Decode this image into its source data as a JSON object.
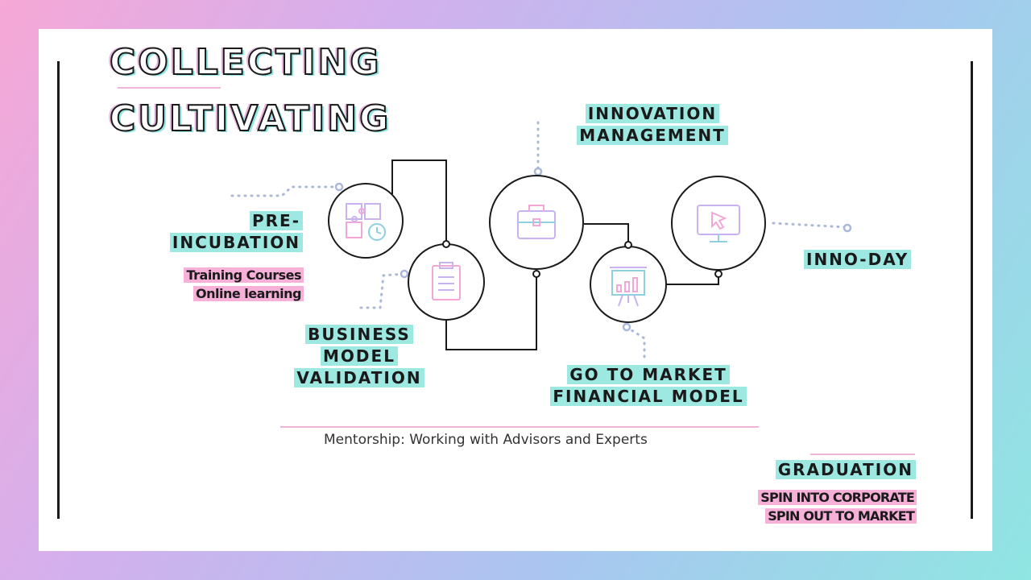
{
  "titles": {
    "line1": "COLLECTING",
    "line2": "CULTIVATING"
  },
  "stages": {
    "pre_incubation": {
      "title_line1": "PRE-",
      "title_line2": "INCUBATION",
      "detail_line1": "Training Courses",
      "detail_line2": "Online learning",
      "icon": "puzzle-clock-icon"
    },
    "business_model": {
      "title_line1": "BUSINESS",
      "title_line2": "MODEL",
      "title_line3": "VALIDATION",
      "icon": "clipboard-icon"
    },
    "innovation": {
      "title_line1": "INNOVATION",
      "title_line2": "MANAGEMENT",
      "icon": "briefcase-icon"
    },
    "go_to_market": {
      "title_line1": "GO TO MARKET",
      "title_line2": "FINANCIAL MODEL",
      "icon": "presentation-chart-icon"
    },
    "inno_day": {
      "title": "INNO-DAY",
      "icon": "monitor-cursor-icon"
    }
  },
  "mentorship": "Mentorship: Working with Advisors and Experts",
  "graduation": {
    "title": "GRADUATION",
    "detail_line1": "SPIN INTO CORPORATE",
    "detail_line2": "SPIN OUT TO MARKET"
  },
  "colors": {
    "teal": "#9ee8e2",
    "pink": "#f7b0d8",
    "line": "#1a1a1a",
    "dots": "#aab8dc"
  }
}
